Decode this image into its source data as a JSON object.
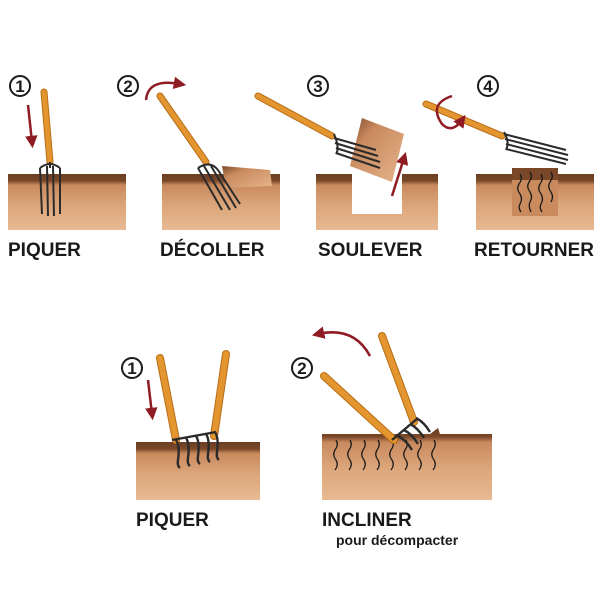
{
  "colors": {
    "soil_top": "#6b3e22",
    "soil_mid": "#c98a5e",
    "soil_light": "#e6b48c",
    "handle": "#e3952f",
    "handle_edge": "#b86d16",
    "metal": "#2b2b2b",
    "arrow": "#8e1c22",
    "text": "#1a1a1a"
  },
  "fork_steps": [
    {
      "number": "1",
      "label": "PIQUER"
    },
    {
      "number": "2",
      "label": "DÉCOLLER"
    },
    {
      "number": "3",
      "label": "SOULEVER"
    },
    {
      "number": "4",
      "label": "RETOURNER"
    }
  ],
  "grelinette_steps": [
    {
      "number": "1",
      "label": "PIQUER",
      "sublabel": ""
    },
    {
      "number": "2",
      "label": "INCLINER",
      "sublabel": "pour décompacter"
    }
  ]
}
